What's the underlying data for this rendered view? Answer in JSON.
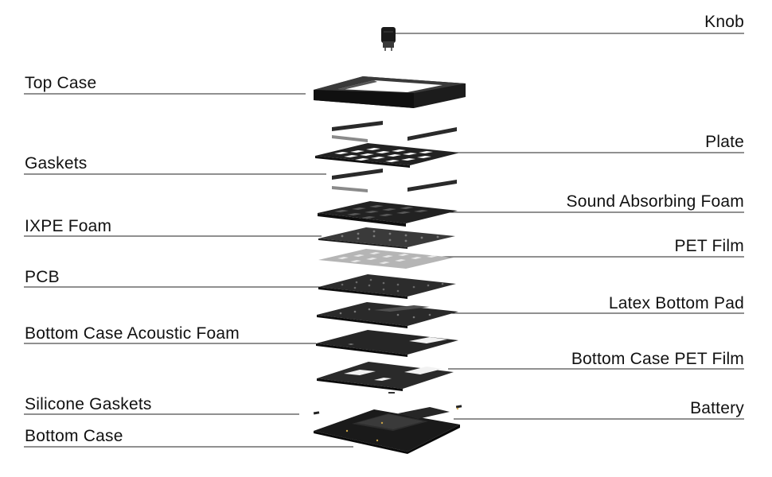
{
  "labels": {
    "knob": "Knob",
    "top_case": "Top Case",
    "plate": "Plate",
    "gaskets": "Gaskets",
    "sound_absorbing_foam": "Sound Absorbing Foam",
    "ixpe_foam": "IXPE Foam",
    "pet_film": "PET Film",
    "pcb": "PCB",
    "latex_bottom_pad": "Latex Bottom Pad",
    "bottom_case_acoustic_foam": "Bottom Case Acoustic Foam",
    "bottom_case_pet_film": "Bottom Case PET Film",
    "silicone_gaskets": "Silicone Gaskets",
    "battery": "Battery",
    "bottom_case": "Bottom Case"
  }
}
